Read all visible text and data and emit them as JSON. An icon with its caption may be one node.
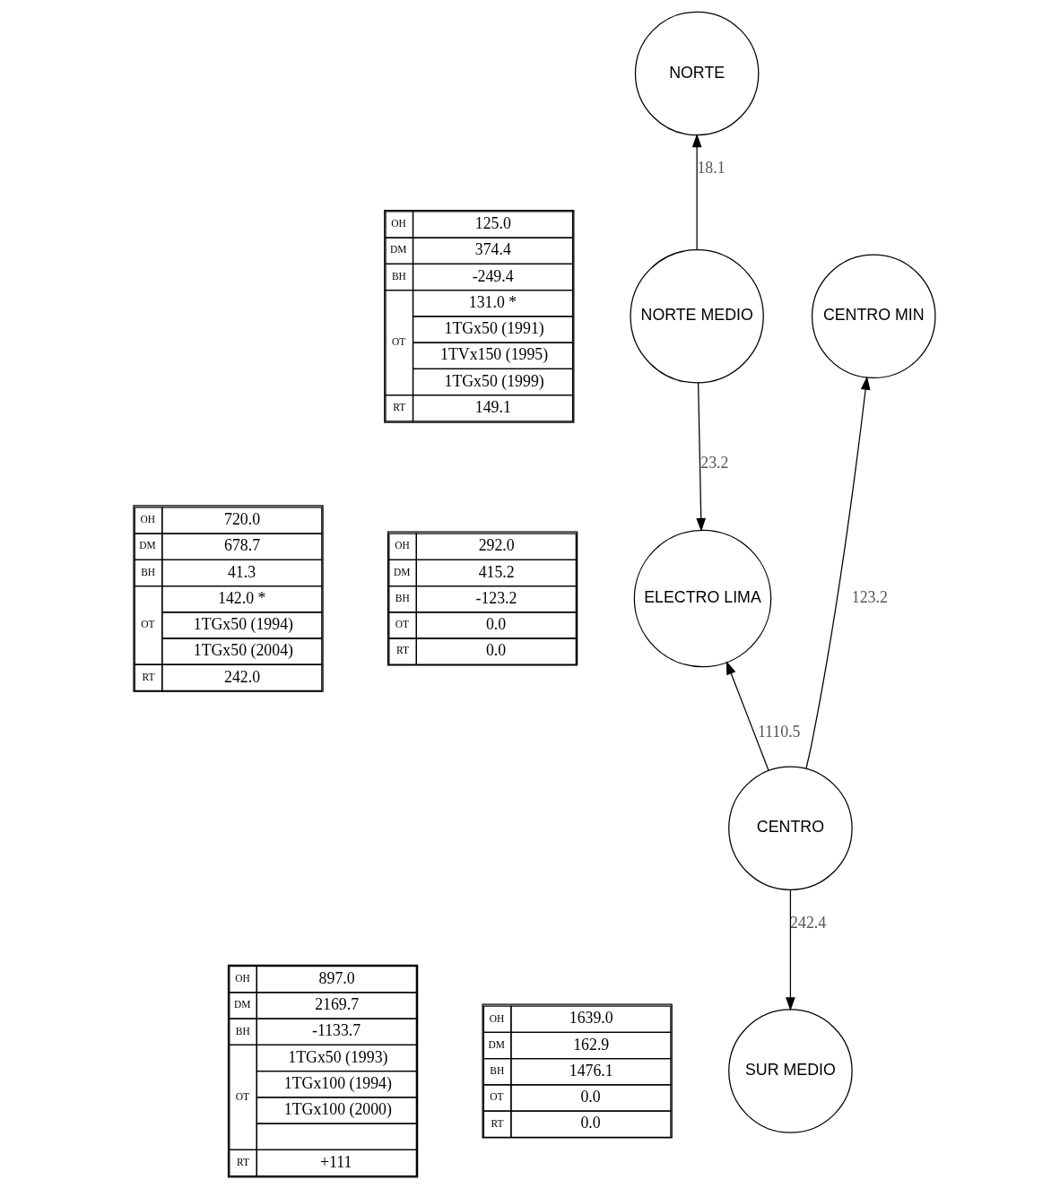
{
  "diagram": {
    "nodes": [
      {
        "text": [
          "NORTE"
        ]
      },
      {
        "text": [
          "NORTE MEDIO"
        ]
      },
      {
        "text": [
          "CENTRO MIN"
        ]
      },
      {
        "text": [
          "ELECTRO LIMA"
        ]
      },
      {
        "text": [
          "CENTRO"
        ]
      },
      {
        "text": [
          "SUR MEDIO"
        ]
      }
    ],
    "edges": [
      {
        "from": 1,
        "to": 0,
        "arrow": "to",
        "label": "18.1"
      },
      {
        "from": 1,
        "to": 3,
        "arrow": "to",
        "label": "23.2"
      },
      {
        "from": 4,
        "to": 2,
        "arrow": "to",
        "label": "123.2"
      },
      {
        "from": 4,
        "to": 3,
        "arrow": "to",
        "label": "1110.5"
      },
      {
        "from": 4,
        "to": 5,
        "arrow": "to",
        "label": "242.4"
      }
    ],
    "labels": [
      "OH",
      "125.0",
      "DM",
      "374.4",
      "BH",
      "-249.4",
      "OT",
      "131.0 *",
      "1TGx50 (1991)",
      "1TVx150 (1995)",
      "1TGx50 (1999)",
      "RT",
      "149.1",
      "OH",
      "720.0",
      "DM",
      "678.7",
      "BH",
      "41.3",
      "OT",
      "142.0 *",
      "1TGx50 (1994)",
      "1TGx50 (2004)",
      "RT",
      "242.0",
      "OH",
      "292.0",
      "DM",
      "415.2",
      "BH",
      "-123.2",
      "OT",
      "0.0",
      "RT",
      "0.0",
      "OH",
      "897.0",
      "DM",
      "2169.7",
      "BH",
      "-1133.7",
      "OT",
      "1TGx50 (1993)",
      "1TGx100 (1994)",
      "1TGx100 (2000)",
      "RT",
      "+111",
      "OH",
      "1639.0",
      "DM",
      "162.9",
      "BH",
      "1476.1",
      "OT",
      "0.0",
      "RT",
      "0.0"
    ]
  }
}
